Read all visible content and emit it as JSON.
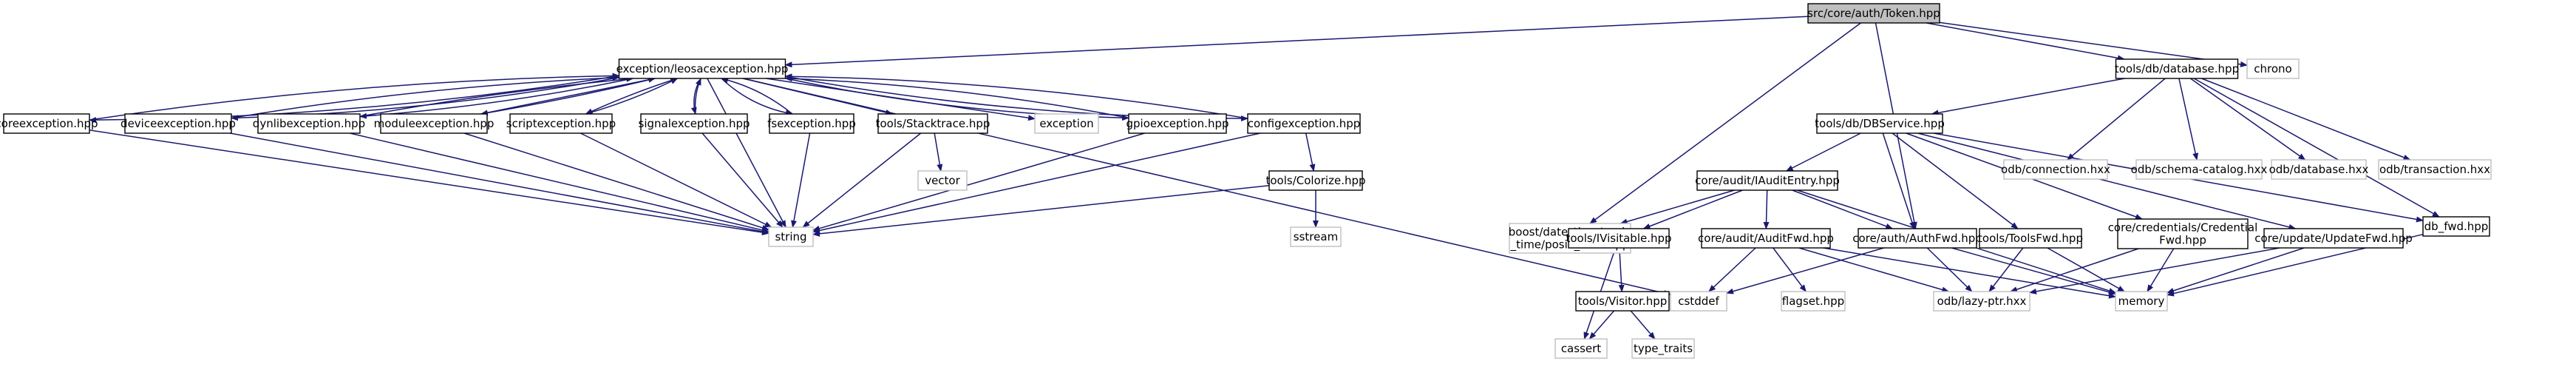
{
  "graph": {
    "nodes": [
      {
        "id": "root",
        "lines": [
          "src/core/auth/Token.hpp"
        ],
        "kind": "root"
      },
      {
        "id": "leosac_exc",
        "lines": [
          "exception/leosacexception.hpp"
        ],
        "kind": "doc"
      },
      {
        "id": "database",
        "lines": [
          "tools/db/database.hpp"
        ],
        "kind": "doc"
      },
      {
        "id": "chrono",
        "lines": [
          "chrono"
        ],
        "kind": "ext"
      },
      {
        "id": "coreexc",
        "lines": [
          "coreexception.hpp"
        ],
        "kind": "doc"
      },
      {
        "id": "deviceexc",
        "lines": [
          "deviceexception.hpp"
        ],
        "kind": "doc"
      },
      {
        "id": "dynlibexc",
        "lines": [
          "dynlibexception.hpp"
        ],
        "kind": "doc"
      },
      {
        "id": "moduleexc",
        "lines": [
          "moduleexception.hpp"
        ],
        "kind": "doc"
      },
      {
        "id": "scriptexc",
        "lines": [
          "scriptexception.hpp"
        ],
        "kind": "doc"
      },
      {
        "id": "signalexc",
        "lines": [
          "signalexception.hpp"
        ],
        "kind": "doc"
      },
      {
        "id": "fsexc",
        "lines": [
          "fsexception.hpp"
        ],
        "kind": "doc"
      },
      {
        "id": "stacktrace",
        "lines": [
          "tools/Stacktrace.hpp"
        ],
        "kind": "doc"
      },
      {
        "id": "exception",
        "lines": [
          "exception"
        ],
        "kind": "ext"
      },
      {
        "id": "gpioexc",
        "lines": [
          "gpioexception.hpp"
        ],
        "kind": "doc"
      },
      {
        "id": "configexc",
        "lines": [
          "configexception.hpp"
        ],
        "kind": "doc"
      },
      {
        "id": "vector",
        "lines": [
          "vector"
        ],
        "kind": "ext"
      },
      {
        "id": "colorize",
        "lines": [
          "tools/Colorize.hpp"
        ],
        "kind": "doc"
      },
      {
        "id": "string",
        "lines": [
          "string"
        ],
        "kind": "ext"
      },
      {
        "id": "sstream",
        "lines": [
          "sstream"
        ],
        "kind": "ext"
      },
      {
        "id": "dbservice",
        "lines": [
          "tools/db/DBService.hpp"
        ],
        "kind": "doc"
      },
      {
        "id": "odb_conn",
        "lines": [
          "odb/connection.hxx"
        ],
        "kind": "ext"
      },
      {
        "id": "odb_schema",
        "lines": [
          "odb/schema-catalog.hxx"
        ],
        "kind": "ext"
      },
      {
        "id": "odb_db",
        "lines": [
          "odb/database.hxx"
        ],
        "kind": "ext"
      },
      {
        "id": "odb_trans",
        "lines": [
          "odb/transaction.hxx"
        ],
        "kind": "ext"
      },
      {
        "id": "iauditentry",
        "lines": [
          "core/audit/IAuditEntry.hpp"
        ],
        "kind": "doc"
      },
      {
        "id": "db_fwd",
        "lines": [
          "db_fwd.hpp"
        ],
        "kind": "doc"
      },
      {
        "id": "posix_time",
        "lines": [
          "boost/date_time/posix",
          "_time/posix_time.hpp"
        ],
        "kind": "ext"
      },
      {
        "id": "ivisitable",
        "lines": [
          "tools/IVisitable.hpp"
        ],
        "kind": "doc"
      },
      {
        "id": "auditfwd",
        "lines": [
          "core/audit/AuditFwd.hpp"
        ],
        "kind": "doc"
      },
      {
        "id": "authfwd",
        "lines": [
          "core/auth/AuthFwd.hpp"
        ],
        "kind": "doc"
      },
      {
        "id": "toolsfwd",
        "lines": [
          "tools/ToolsFwd.hpp"
        ],
        "kind": "doc"
      },
      {
        "id": "credfwd",
        "lines": [
          "core/credentials/Credential",
          "Fwd.hpp"
        ],
        "kind": "doc"
      },
      {
        "id": "updatefwd",
        "lines": [
          "core/update/UpdateFwd.hpp"
        ],
        "kind": "doc"
      },
      {
        "id": "visitor",
        "lines": [
          "tools/Visitor.hpp"
        ],
        "kind": "doc"
      },
      {
        "id": "cstddef",
        "lines": [
          "cstddef"
        ],
        "kind": "ext"
      },
      {
        "id": "flagset",
        "lines": [
          "flagset.hpp"
        ],
        "kind": "ext"
      },
      {
        "id": "lazyptr",
        "lines": [
          "odb/lazy-ptr.hxx"
        ],
        "kind": "ext"
      },
      {
        "id": "memory",
        "lines": [
          "memory"
        ],
        "kind": "ext"
      },
      {
        "id": "cassert",
        "lines": [
          "cassert"
        ],
        "kind": "ext"
      },
      {
        "id": "type_traits",
        "lines": [
          "type_traits"
        ],
        "kind": "ext"
      }
    ],
    "edges": [
      [
        "root",
        "leosac_exc"
      ],
      [
        "root",
        "database"
      ],
      [
        "root",
        "chrono"
      ],
      [
        "root",
        "posix_time"
      ],
      [
        "root",
        "authfwd"
      ],
      [
        "leosac_exc",
        "coreexc"
      ],
      [
        "leosac_exc",
        "deviceexc"
      ],
      [
        "leosac_exc",
        "dynlibexc"
      ],
      [
        "leosac_exc",
        "moduleexc"
      ],
      [
        "leosac_exc",
        "scriptexc"
      ],
      [
        "leosac_exc",
        "signalexc"
      ],
      [
        "leosac_exc",
        "fsexc"
      ],
      [
        "leosac_exc",
        "stacktrace"
      ],
      [
        "leosac_exc",
        "exception"
      ],
      [
        "leosac_exc",
        "gpioexc"
      ],
      [
        "leosac_exc",
        "configexc"
      ],
      [
        "leosac_exc",
        "string"
      ],
      [
        "leosac_exc",
        "cstddef"
      ],
      [
        "coreexc",
        "leosac_exc"
      ],
      [
        "deviceexc",
        "leosac_exc"
      ],
      [
        "dynlibexc",
        "leosac_exc"
      ],
      [
        "moduleexc",
        "leosac_exc"
      ],
      [
        "scriptexc",
        "leosac_exc"
      ],
      [
        "signalexc",
        "leosac_exc"
      ],
      [
        "fsexc",
        "leosac_exc"
      ],
      [
        "gpioexc",
        "leosac_exc"
      ],
      [
        "configexc",
        "leosac_exc"
      ],
      [
        "coreexc",
        "string"
      ],
      [
        "deviceexc",
        "string"
      ],
      [
        "dynlibexc",
        "string"
      ],
      [
        "moduleexc",
        "string"
      ],
      [
        "scriptexc",
        "string"
      ],
      [
        "signalexc",
        "string"
      ],
      [
        "fsexc",
        "string"
      ],
      [
        "gpioexc",
        "string"
      ],
      [
        "configexc",
        "string"
      ],
      [
        "stacktrace",
        "vector"
      ],
      [
        "stacktrace",
        "string"
      ],
      [
        "configexc",
        "colorize"
      ],
      [
        "colorize",
        "string"
      ],
      [
        "colorize",
        "sstream"
      ],
      [
        "database",
        "dbservice"
      ],
      [
        "database",
        "odb_conn"
      ],
      [
        "database",
        "odb_schema"
      ],
      [
        "database",
        "odb_db"
      ],
      [
        "database",
        "odb_trans"
      ],
      [
        "database",
        "db_fwd"
      ],
      [
        "dbservice",
        "iauditentry"
      ],
      [
        "dbservice",
        "authfwd"
      ],
      [
        "dbservice",
        "toolsfwd"
      ],
      [
        "dbservice",
        "credfwd"
      ],
      [
        "dbservice",
        "updatefwd"
      ],
      [
        "dbservice",
        "db_fwd"
      ],
      [
        "iauditentry",
        "posix_time"
      ],
      [
        "iauditentry",
        "ivisitable"
      ],
      [
        "iauditentry",
        "auditfwd"
      ],
      [
        "iauditentry",
        "authfwd"
      ],
      [
        "iauditentry",
        "memory"
      ],
      [
        "ivisitable",
        "visitor"
      ],
      [
        "ivisitable",
        "cassert"
      ],
      [
        "visitor",
        "cassert"
      ],
      [
        "visitor",
        "type_traits"
      ],
      [
        "auditfwd",
        "cstddef"
      ],
      [
        "auditfwd",
        "flagset"
      ],
      [
        "auditfwd",
        "lazyptr"
      ],
      [
        "auditfwd",
        "memory"
      ],
      [
        "authfwd",
        "cstddef"
      ],
      [
        "authfwd",
        "lazyptr"
      ],
      [
        "authfwd",
        "memory"
      ],
      [
        "toolsfwd",
        "lazyptr"
      ],
      [
        "toolsfwd",
        "memory"
      ],
      [
        "credfwd",
        "lazyptr"
      ],
      [
        "credfwd",
        "memory"
      ],
      [
        "updatefwd",
        "lazyptr"
      ],
      [
        "updatefwd",
        "memory"
      ],
      [
        "db_fwd",
        "memory"
      ]
    ]
  }
}
